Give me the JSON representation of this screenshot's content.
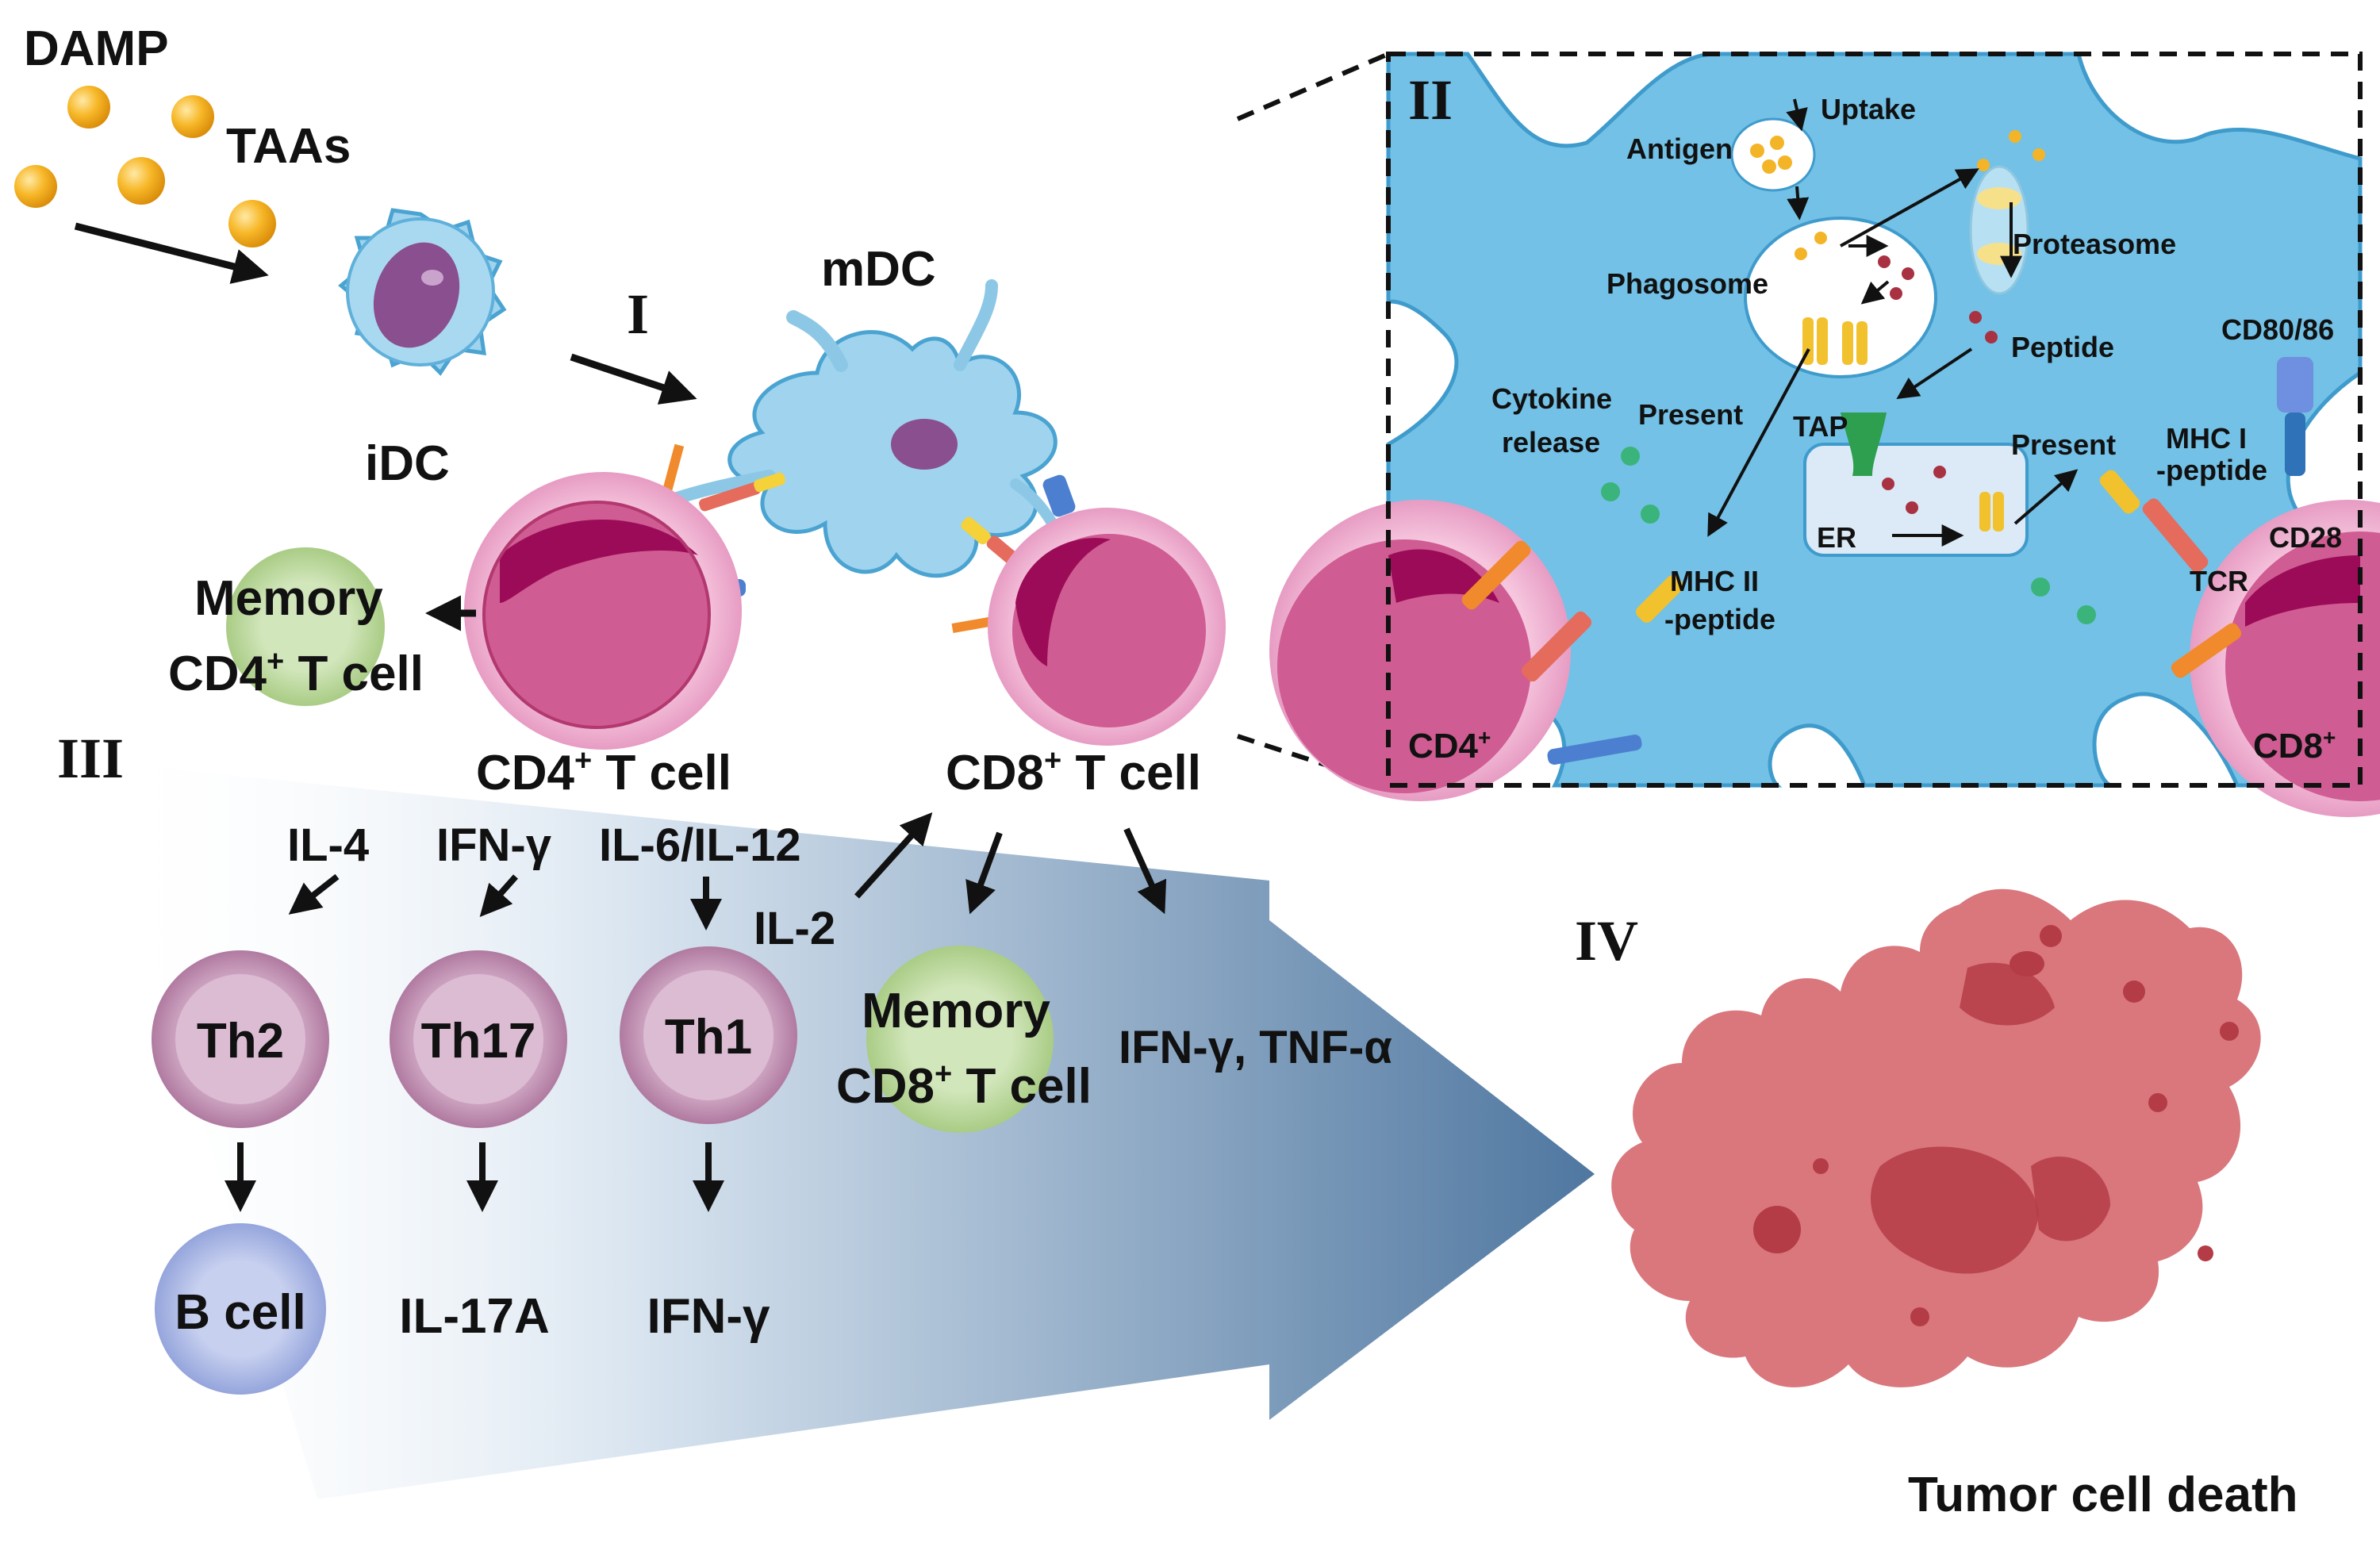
{
  "colors": {
    "dc_body": "#8cc8e6",
    "dc_outline": "#4aa3d1",
    "nucleus": "#8a4f8f",
    "tcell_ring": "#f1b7d4",
    "tcell_core": "#b2386f",
    "tcell_dark": "#9c0b57",
    "antigen": "#f4b427",
    "tumor": "#d9777d",
    "tumor_dark": "#b43c46",
    "arrow_fill": "#5a7fa6",
    "memory_green": "#b9d699",
    "th_purple": "#c59ab7",
    "bcell_blue": "#aab7e2"
  },
  "roman": {
    "I": "I",
    "II": "II",
    "III": "III",
    "IV": "IV"
  },
  "top": {
    "damp": "DAMP",
    "taas": "TAAs",
    "idc": "iDC",
    "mdc": "mDC",
    "memory_cd4_line1": "Memory",
    "memory_cd4_line2": "CD4",
    "memory_cd4_sup": "+",
    "memory_cd4_line3": " T cell"
  },
  "middle": {
    "cd4_label": "CD4",
    "cd4_sup": "+",
    "cd4_suffix": " T cell",
    "cd8_label": "CD8",
    "cd8_sup": "+",
    "cd8_suffix": " T cell",
    "il4": "IL-4",
    "ifng": "IFN-γ",
    "il6_il12": "IL-6/IL-12",
    "il2": "IL-2",
    "ifng_tnfa": "IFN-γ, TNF-α"
  },
  "cells": {
    "th2": "Th2",
    "th17": "Th17",
    "th1": "Th1",
    "bcell": "B cell",
    "memory_cd8_line1": "Memory",
    "memory_cd8_line2": "CD8",
    "memory_cd8_sup": "+",
    "memory_cd8_line3": " T cell",
    "il17a": "IL-17A",
    "ifng_out": "IFN-γ"
  },
  "inset": {
    "uptake": "Uptake",
    "antigen": "Antigen",
    "proteasome": "Proteasome",
    "phagosome": "Phagosome",
    "peptide": "Peptide",
    "cd80_86": "CD80/86",
    "cytokine": "Cytokine",
    "release": "release",
    "present_left": "Present",
    "present_right": "Present",
    "tap": "TAP",
    "mhc1_a": "MHC I",
    "mhc1_b": "-peptide",
    "er": "ER",
    "cd28": "CD28",
    "mhc2_a": "MHC II",
    "mhc2_b": "-peptide",
    "tcr": "TCR",
    "cd4": "CD4",
    "cd4_sup": "+",
    "cd8": "CD8",
    "cd8_sup": "+"
  },
  "bottom": {
    "tumor_death": "Tumor cell death"
  }
}
